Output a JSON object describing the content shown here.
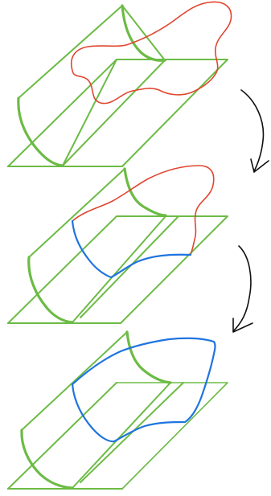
{
  "colors": {
    "plane": "#6cbb45",
    "curve_original": "#e0452f",
    "curve_deformed": "#1f74e0",
    "arrow": "#111111",
    "background": "#ffffff"
  },
  "stages": [
    {
      "curves": [
        "red"
      ]
    },
    {
      "curves": [
        "red",
        "blue"
      ]
    },
    {
      "curves": [
        "blue"
      ]
    }
  ],
  "arrows": 2
}
